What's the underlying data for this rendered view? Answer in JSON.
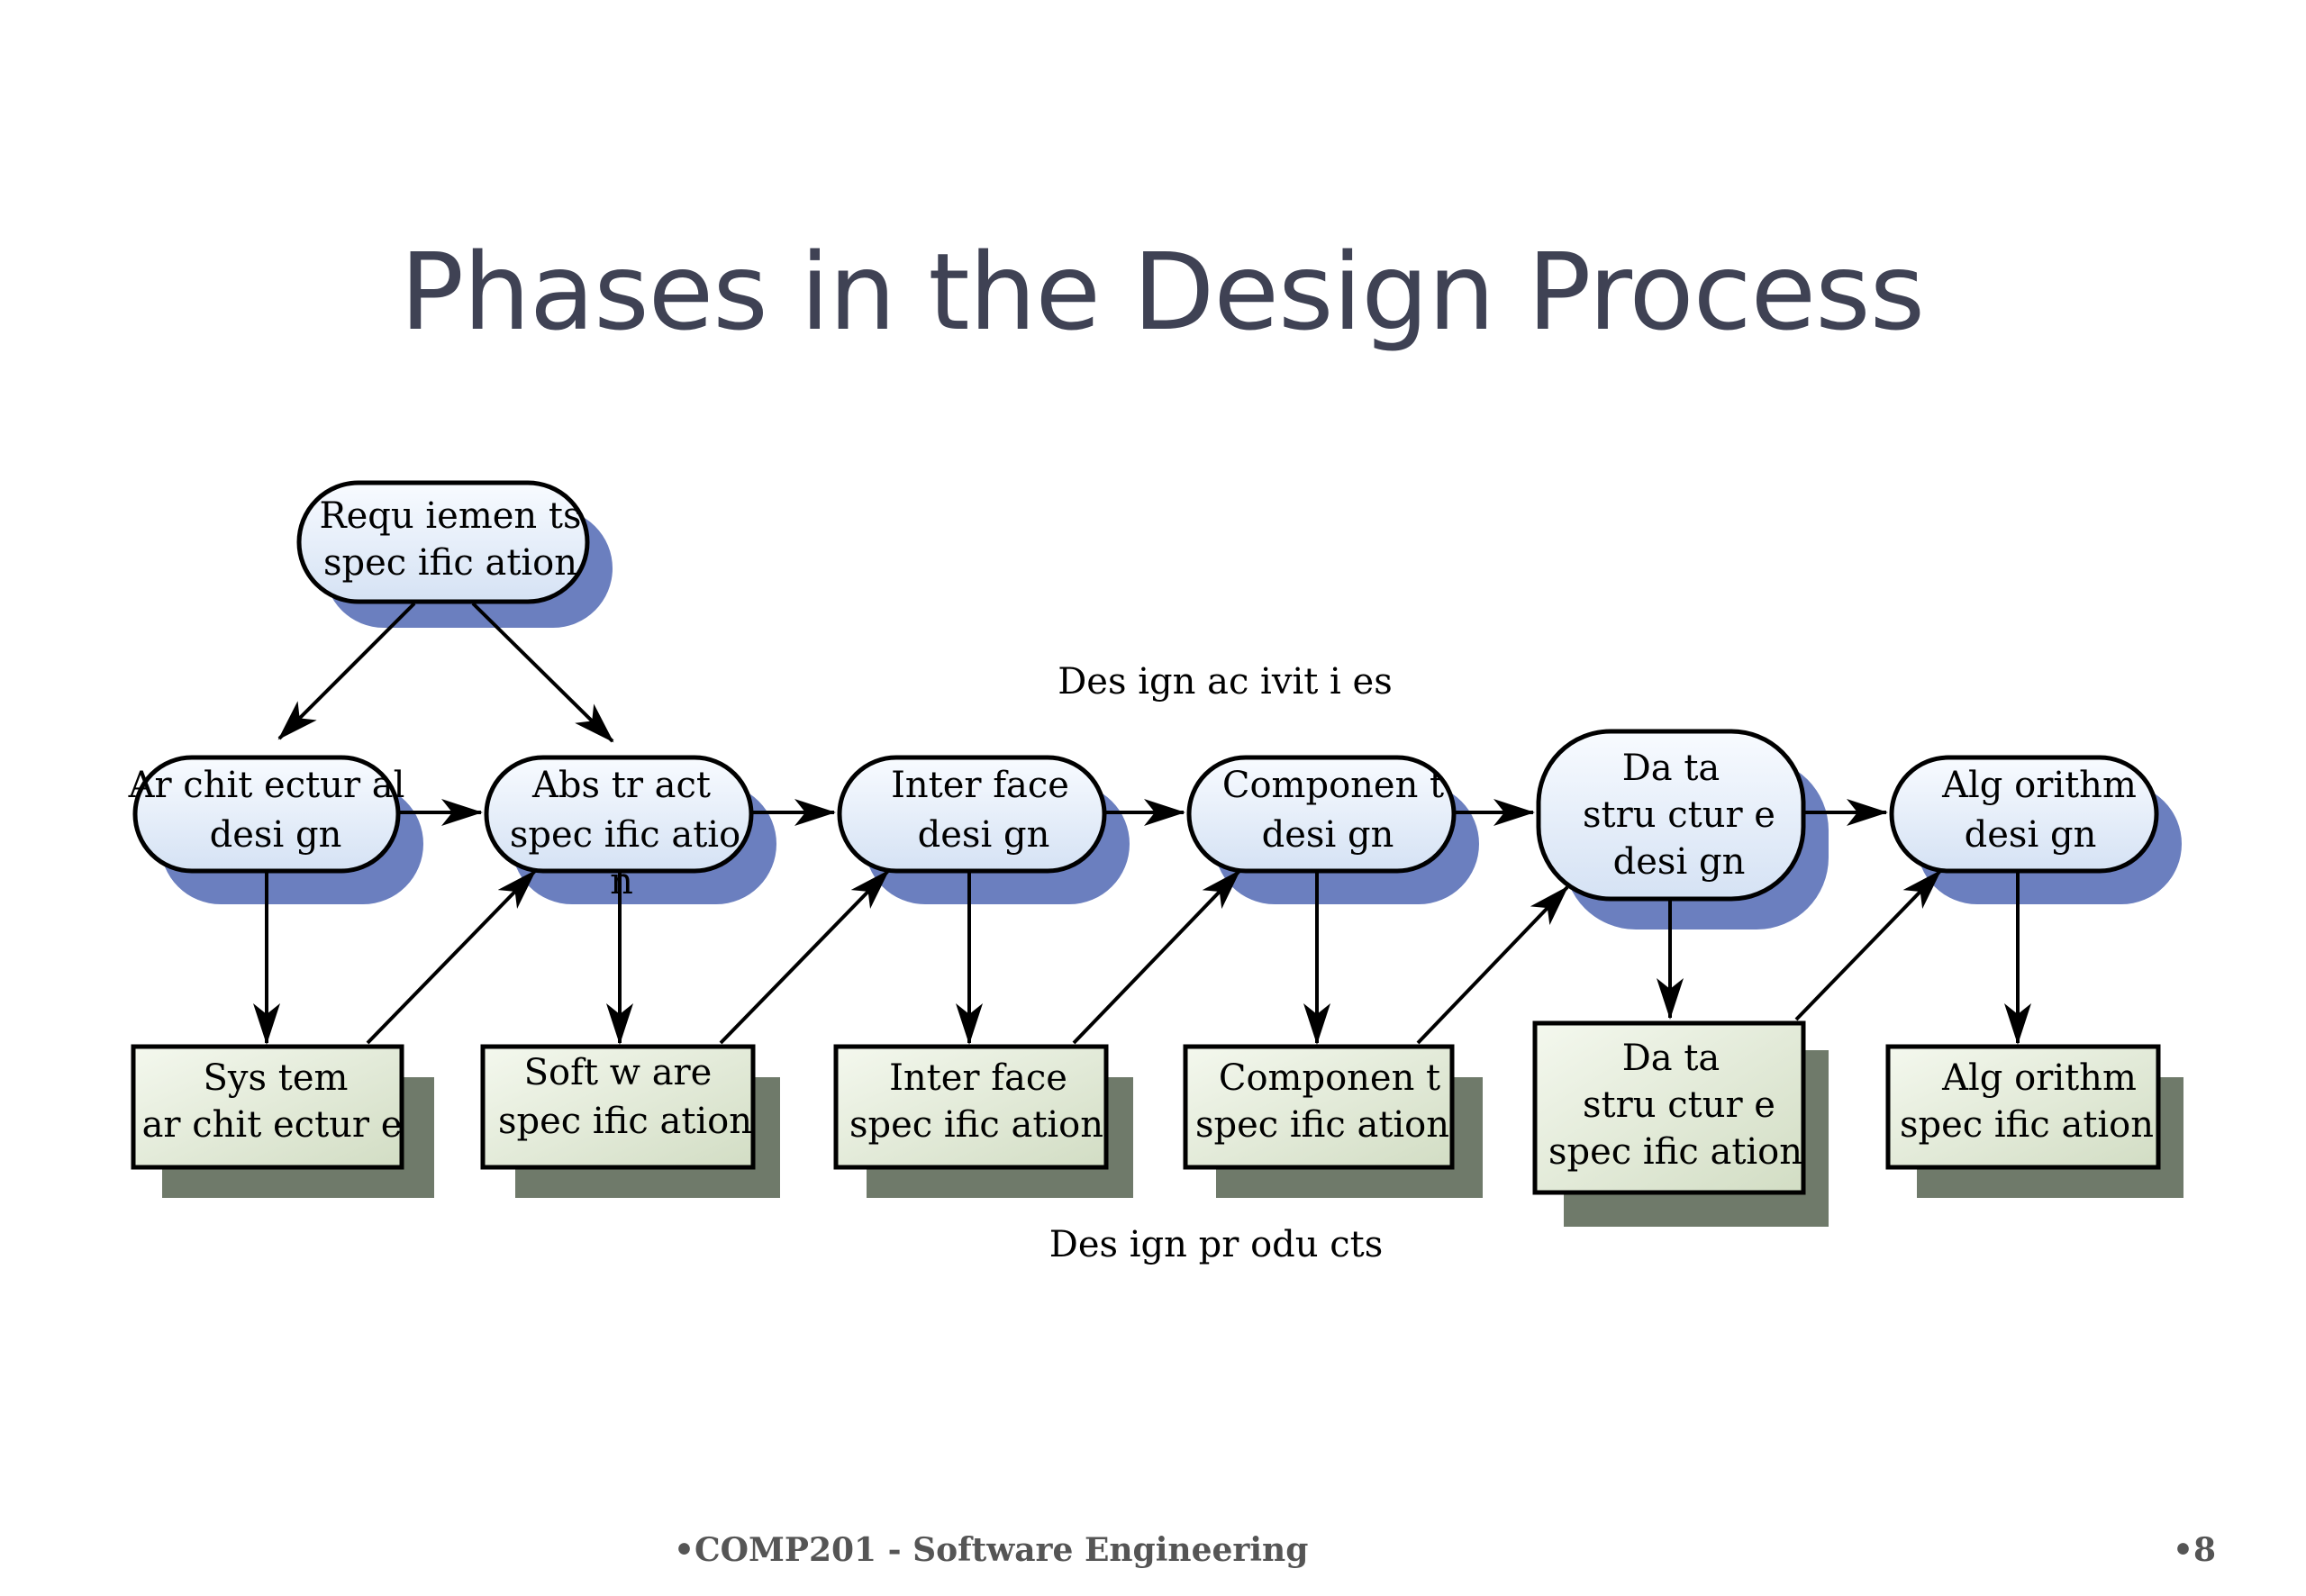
{
  "slide": {
    "title": "Phases in the Design Process",
    "footer_left": "•COMP201 - Software Engineering",
    "footer_right": "•8"
  },
  "diagram": {
    "requirements": [
      "Requ iemen ts",
      "spec ific ation"
    ],
    "activities_label": "Des ign ac ivit i es",
    "products_label": "Des ign pr odu cts",
    "activities": [
      {
        "lines": [
          "Ar chit ectur al",
          "desi gn"
        ]
      },
      {
        "lines": [
          "Abs tr act",
          "spec ific atio",
          "n"
        ]
      },
      {
        "lines": [
          "Inter face",
          "desi gn"
        ]
      },
      {
        "lines": [
          "Componen t",
          "desi gn"
        ]
      },
      {
        "lines": [
          "Da ta",
          "stru ctur e",
          "desi gn"
        ]
      },
      {
        "lines": [
          "Alg orithm",
          "desi gn"
        ]
      }
    ],
    "products": [
      {
        "lines": [
          "Sys tem",
          "ar chit ectur e"
        ]
      },
      {
        "lines": [
          "Soft w are",
          "spec ific ation"
        ]
      },
      {
        "lines": [
          "Inter face",
          "spec ific ation"
        ]
      },
      {
        "lines": [
          "Componen t",
          "spec ific ation"
        ]
      },
      {
        "lines": [
          "Da ta",
          "stru ctur e",
          "spec ific ation"
        ]
      },
      {
        "lines": [
          "Alg orithm",
          "spec ific ation"
        ]
      }
    ],
    "colors": {
      "activity_fill": "#eaf1fa",
      "activity_shadow": "#6b7fbf",
      "product_fill": "#e6eedd",
      "product_shadow": "#6f7a6a",
      "stroke": "#000000"
    }
  }
}
